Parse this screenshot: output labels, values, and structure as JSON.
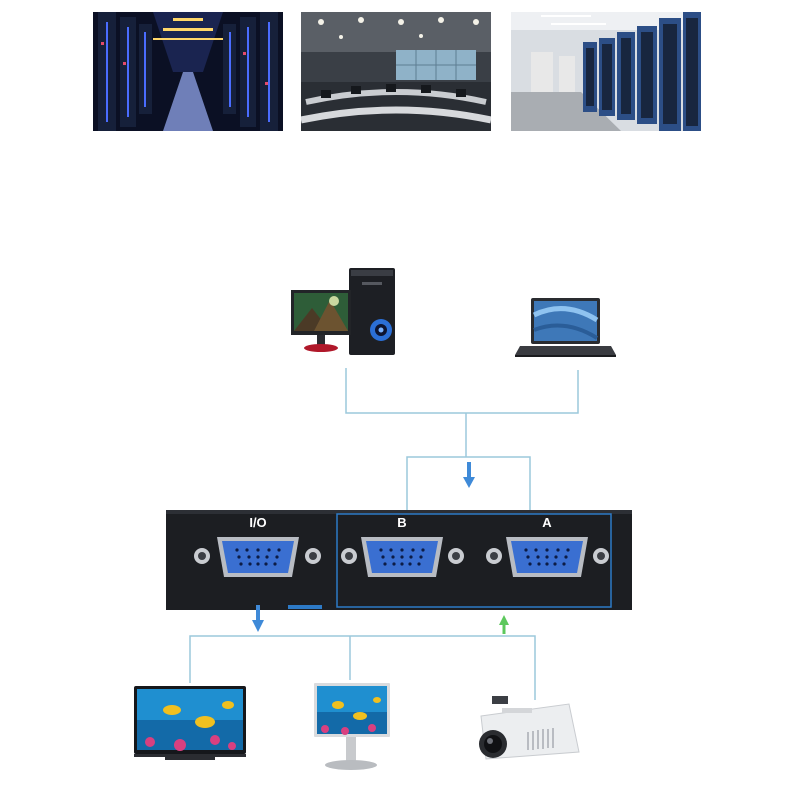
{
  "photos": [
    {
      "icon": "server-aisle-photo"
    },
    {
      "icon": "control-room-photo"
    },
    {
      "icon": "server-racks-photo"
    }
  ],
  "sources": [
    {
      "icon": "desktop-pc-icon"
    },
    {
      "icon": "laptop-icon"
    }
  ],
  "switch": {
    "ports": [
      {
        "label": "I/O"
      },
      {
        "label": "B"
      },
      {
        "label": "A"
      }
    ]
  },
  "displays": [
    {
      "icon": "tv-icon"
    },
    {
      "icon": "monitor-icon"
    },
    {
      "icon": "projector-icon"
    }
  ],
  "colors": {
    "line": "#9cc8dc",
    "arrow_blue": "#3f8ad8",
    "arrow_green": "#5cc85c",
    "selection_box": "#2d7ac6",
    "port_blue": "#3a6fd1",
    "device_body": "#1c1e22"
  }
}
